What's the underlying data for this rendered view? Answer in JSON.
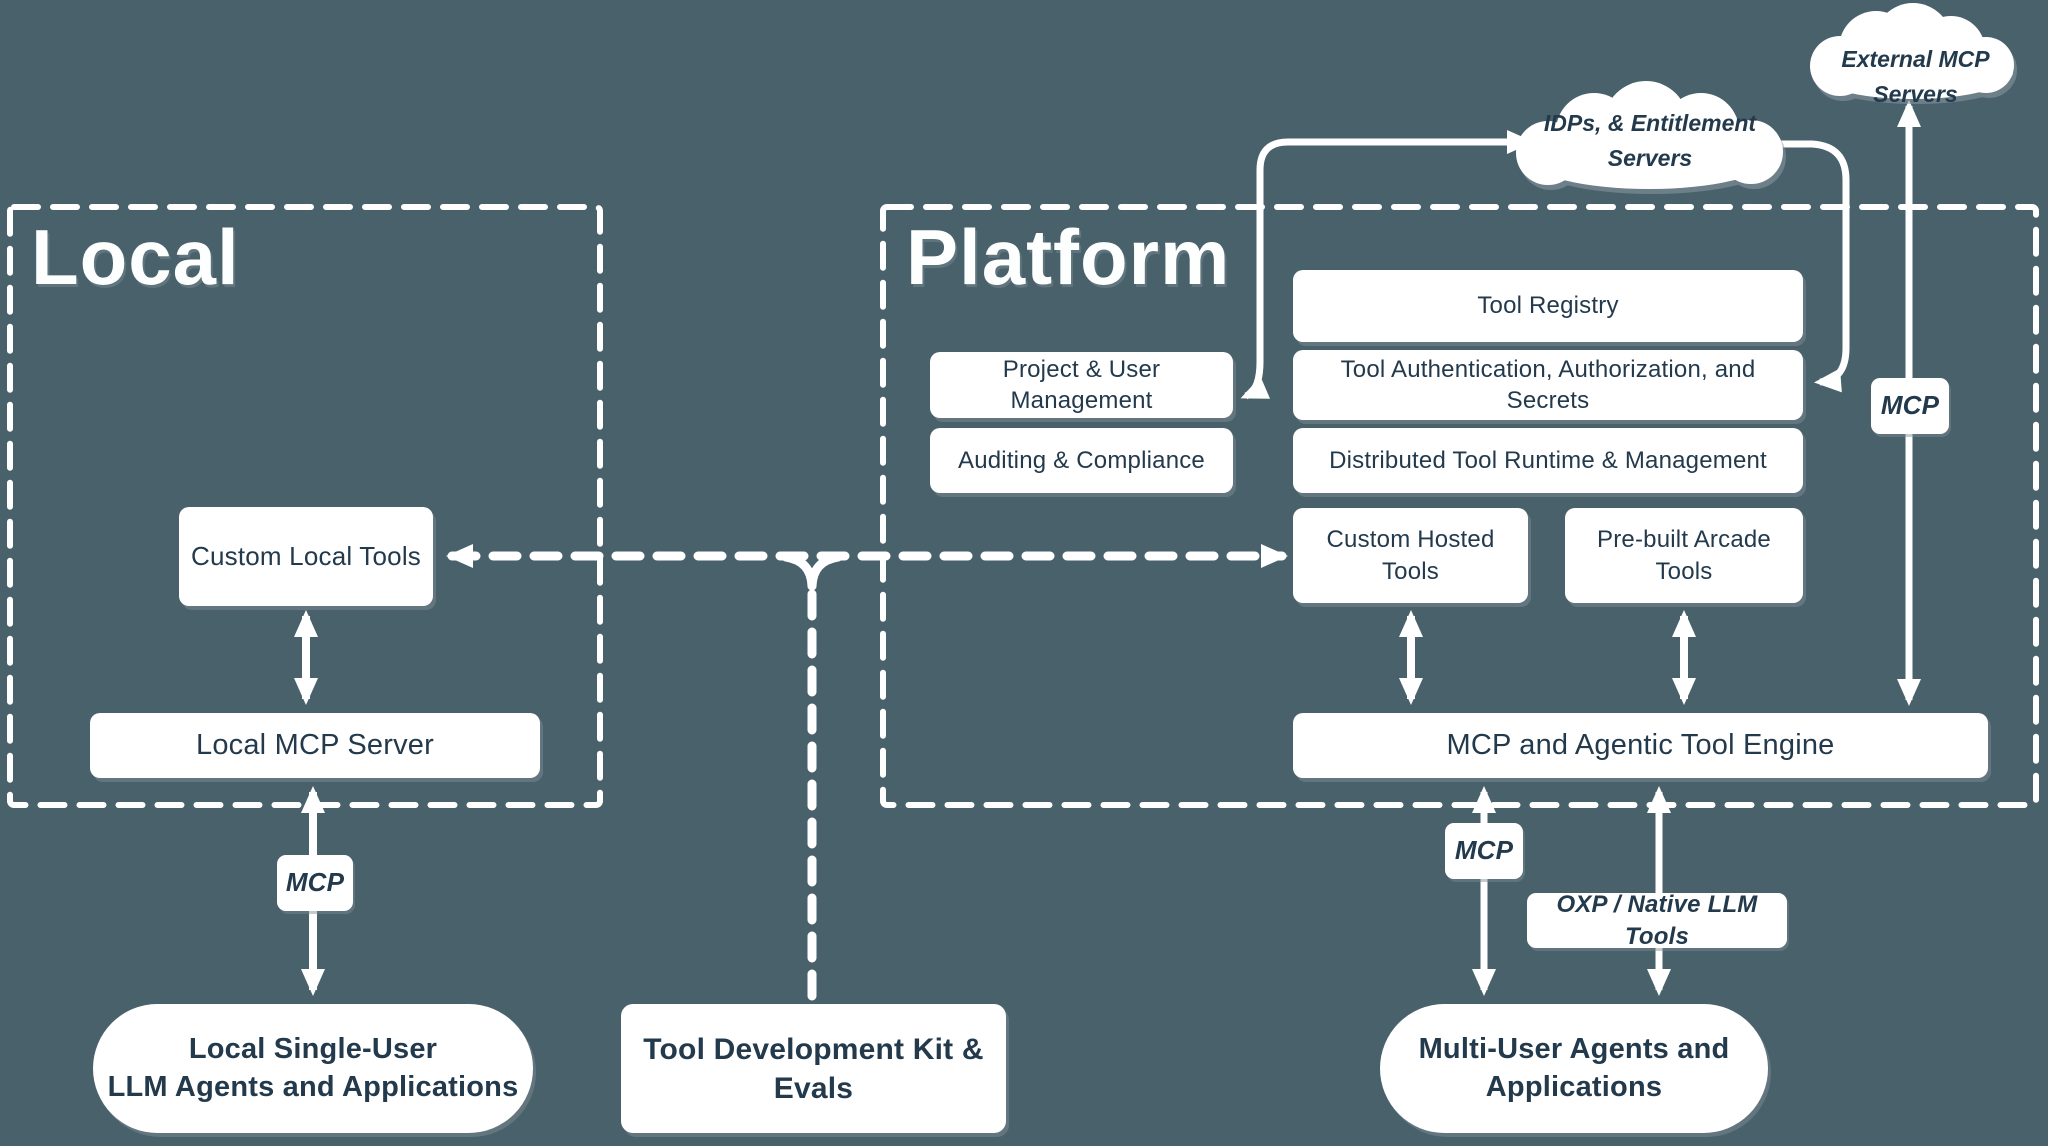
{
  "background_color": "#49616B",
  "text_color": "#233A4D",
  "line_color": "#FFFFFF",
  "regions": {
    "local": {
      "title": "Local"
    },
    "platform": {
      "title": "Platform"
    }
  },
  "clouds": {
    "external": {
      "label": "External MCP Servers"
    },
    "idps": {
      "label": "IDPs, & Entitlement Servers"
    }
  },
  "boxes": {
    "tool_registry": "Tool Registry",
    "project_user_management": "Project & User Management",
    "tool_auth": "Tool Authentication, Authorization, and Secrets",
    "auditing_compliance": "Auditing & Compliance",
    "distributed_runtime": "Distributed Tool Runtime & Management",
    "custom_local_tools": "Custom Local Tools",
    "custom_hosted_tools": "Custom Hosted Tools",
    "prebuilt_arcade_tools": "Pre-built Arcade Tools",
    "local_mcp_server": "Local MCP Server",
    "mcp_engine": "MCP and Agentic Tool Engine",
    "tool_dev_kit": "Tool Development Kit & Evals"
  },
  "pills": {
    "local_agents": {
      "line1": "Local Single-User",
      "line2": "LLM Agents and Applications"
    },
    "multi_user_agents": {
      "line1": "Multi-User Agents and",
      "line2": "Applications"
    }
  },
  "connector_labels": {
    "mcp_local": "MCP",
    "mcp_platform": "MCP",
    "mcp_external": "MCP",
    "oxp": "OXP / Native LLM Tools"
  }
}
